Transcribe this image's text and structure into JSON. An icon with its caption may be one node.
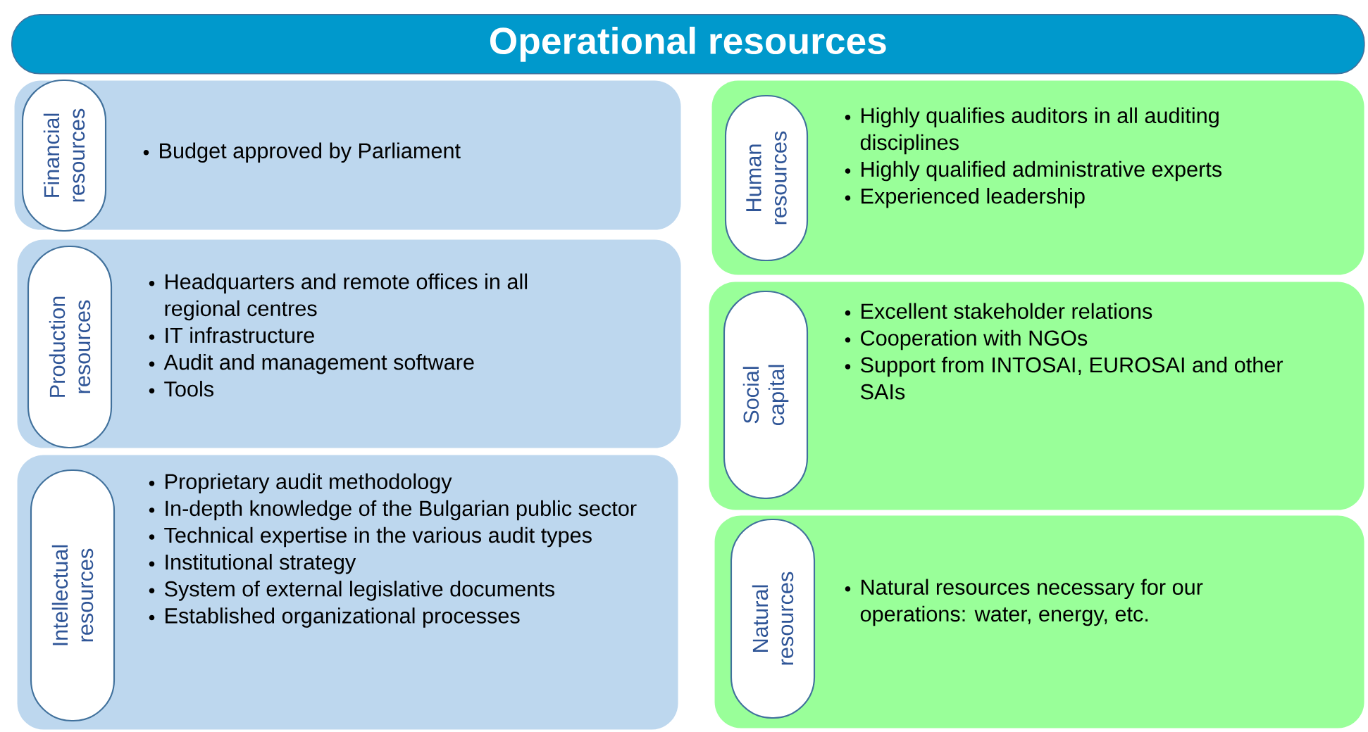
{
  "diagram": {
    "title": "Operational resources",
    "nodes": [
      {
        "text": [
          "Budget approved by Parliament"
        ]
      },
      {
        "text": [
          "Financial resources"
        ],
        "in": 0
      },
      {
        "text": [
          "Headquarters and remote offices in all regional centres",
          "IT infrastructure",
          "Audit and management software",
          "Tools"
        ]
      },
      {
        "text": [
          "Production resources"
        ],
        "in": 2
      },
      {
        "text": [
          "Proprietary audit methodology",
          "In-depth knowledge of the Bulgarian public sector",
          "Technical expertise in the various audit types",
          "Institutional strategy",
          "System of external legislative documents",
          "Established organizational processes"
        ]
      },
      {
        "text": [
          "Intellectual resources"
        ],
        "in": 4
      },
      {
        "text": [
          "Highly qualifies auditors in all auditing disciplines",
          "Highly qualified administrative experts",
          "Experienced leadership"
        ]
      },
      {
        "text": [
          "Human resources"
        ],
        "in": 6
      },
      {
        "text": [
          "Excellent stakeholder relations",
          "Cooperation with NGOs",
          "Support from INTOSAI, EUROSAI and other SAIs"
        ]
      },
      {
        "text": [
          "Social capital"
        ],
        "in": 8
      },
      {
        "text": [
          "Natural resources necessary for our operations: water, energy, etc."
        ]
      },
      {
        "text": [
          "Natural resources"
        ],
        "in": 10
      }
    ]
  }
}
